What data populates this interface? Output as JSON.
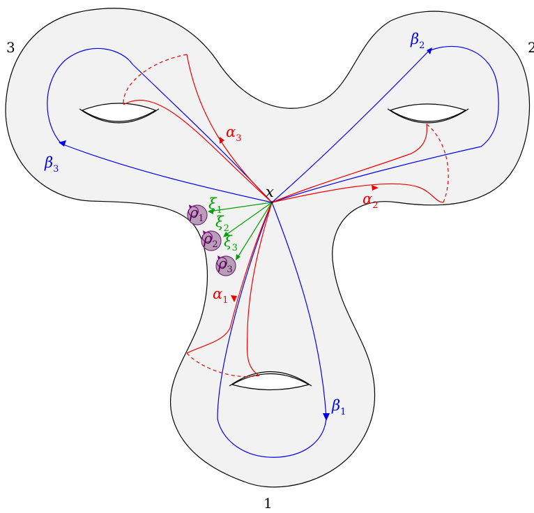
{
  "base_point": {
    "symbol": "x"
  },
  "ends": [
    {
      "label": "1"
    },
    {
      "label": "2"
    },
    {
      "label": "3"
    }
  ],
  "generators": {
    "alpha": [
      {
        "symbol": "α",
        "index": "1"
      },
      {
        "symbol": "α",
        "index": "2"
      },
      {
        "symbol": "α",
        "index": "3"
      }
    ],
    "beta": [
      {
        "symbol": "β",
        "index": "1"
      },
      {
        "symbol": "β",
        "index": "2"
      },
      {
        "symbol": "β",
        "index": "3"
      }
    ],
    "xi": [
      {
        "symbol": "ξ",
        "index": "1"
      },
      {
        "symbol": "ξ",
        "index": "2"
      },
      {
        "symbol": "ξ",
        "index": "3"
      }
    ]
  },
  "punctures": [
    {
      "symbol": "ρ",
      "index": "1"
    },
    {
      "symbol": "ρ",
      "index": "2"
    },
    {
      "symbol": "ρ",
      "index": "3"
    }
  ],
  "colors": {
    "surface": "#f2f2f2",
    "alpha": "#ee0000",
    "beta": "#0000ee",
    "xi": "#00a000",
    "puncture_fill": "#b7a0b7",
    "puncture_label": "#5a005a"
  }
}
